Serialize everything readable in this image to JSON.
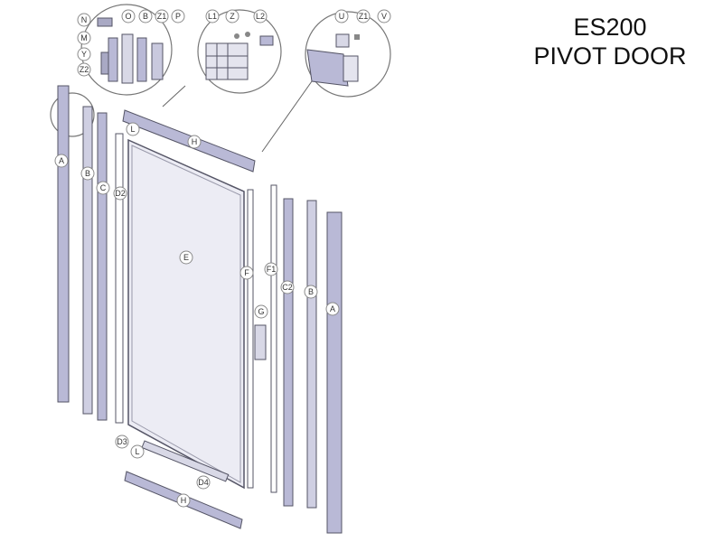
{
  "title": {
    "line1": "ES200",
    "line2": "PIVOT DOOR"
  },
  "callouts": [
    {
      "id": "N",
      "text": "N"
    },
    {
      "id": "O",
      "text": "O"
    },
    {
      "id": "B_top",
      "text": "B"
    },
    {
      "id": "Z1_top",
      "text": "Z1"
    },
    {
      "id": "P",
      "text": "P"
    },
    {
      "id": "M",
      "text": "M"
    },
    {
      "id": "Y",
      "text": "Y"
    },
    {
      "id": "Z2",
      "text": "Z2"
    },
    {
      "id": "L1_top",
      "text": "L1"
    },
    {
      "id": "Z_mid",
      "text": "Z"
    },
    {
      "id": "L2",
      "text": "L2"
    },
    {
      "id": "U",
      "text": "U"
    },
    {
      "id": "Z1_right",
      "text": "Z1"
    },
    {
      "id": "V",
      "text": "V"
    },
    {
      "id": "A_left",
      "text": "A"
    },
    {
      "id": "B_left",
      "text": "B"
    },
    {
      "id": "C_left",
      "text": "C"
    },
    {
      "id": "D2",
      "text": "D2"
    },
    {
      "id": "L_top",
      "text": "L"
    },
    {
      "id": "H_top",
      "text": "H"
    },
    {
      "id": "E",
      "text": "E"
    },
    {
      "id": "F",
      "text": "F"
    },
    {
      "id": "F1",
      "text": "F1"
    },
    {
      "id": "C2",
      "text": "C2"
    },
    {
      "id": "B_right",
      "text": "B"
    },
    {
      "id": "A_right",
      "text": "A"
    },
    {
      "id": "G",
      "text": "G"
    },
    {
      "id": "D3",
      "text": "D3"
    },
    {
      "id": "L_bottom",
      "text": "L"
    },
    {
      "id": "D4",
      "text": "D4"
    },
    {
      "id": "H_bottom",
      "text": "H"
    }
  ],
  "colors": {
    "profile_fill": "#b9b9d6",
    "glass_fill": "#ececf4",
    "outline": "#555566"
  }
}
